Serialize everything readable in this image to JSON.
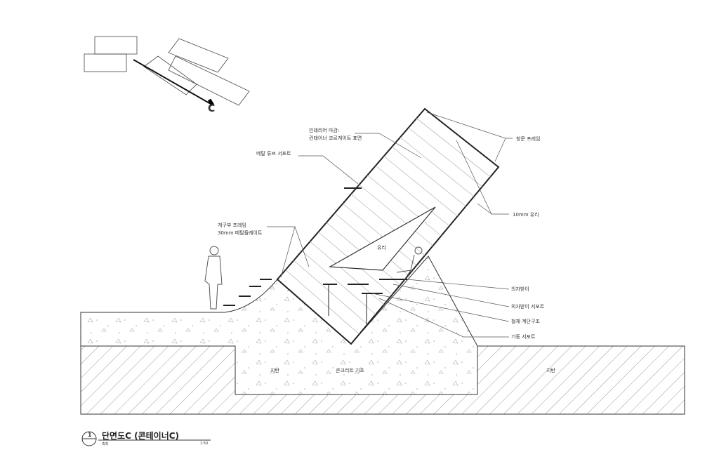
{
  "labels": {
    "interior_finish_1": "인테리어 마감:",
    "interior_finish_2": "컨테이너 코르게이트 표면",
    "metal_tube_support": "메탈 튜브 서포트",
    "window_frame": "창문 프레임",
    "glass_10mm": "10mm 유리",
    "opening_frame_1": "개구부 프레임",
    "opening_frame_2": "30mm 메탈플레이트",
    "glass": "유리",
    "seat_rest": "의자받이",
    "seat_rest_support": "의자받이 서포트",
    "steel_stair": "철재 계단구조",
    "column_support": "기둥 서포트",
    "concrete_foundation": "콘크리트 기초",
    "ground_left": "지반",
    "ground_right": "지반"
  },
  "key_plan": {
    "section_marker": "C"
  },
  "title_block": {
    "number": "1",
    "title": "단면도C (콘테이너C)",
    "scale_label": "축척",
    "scale_value": "1:50"
  }
}
